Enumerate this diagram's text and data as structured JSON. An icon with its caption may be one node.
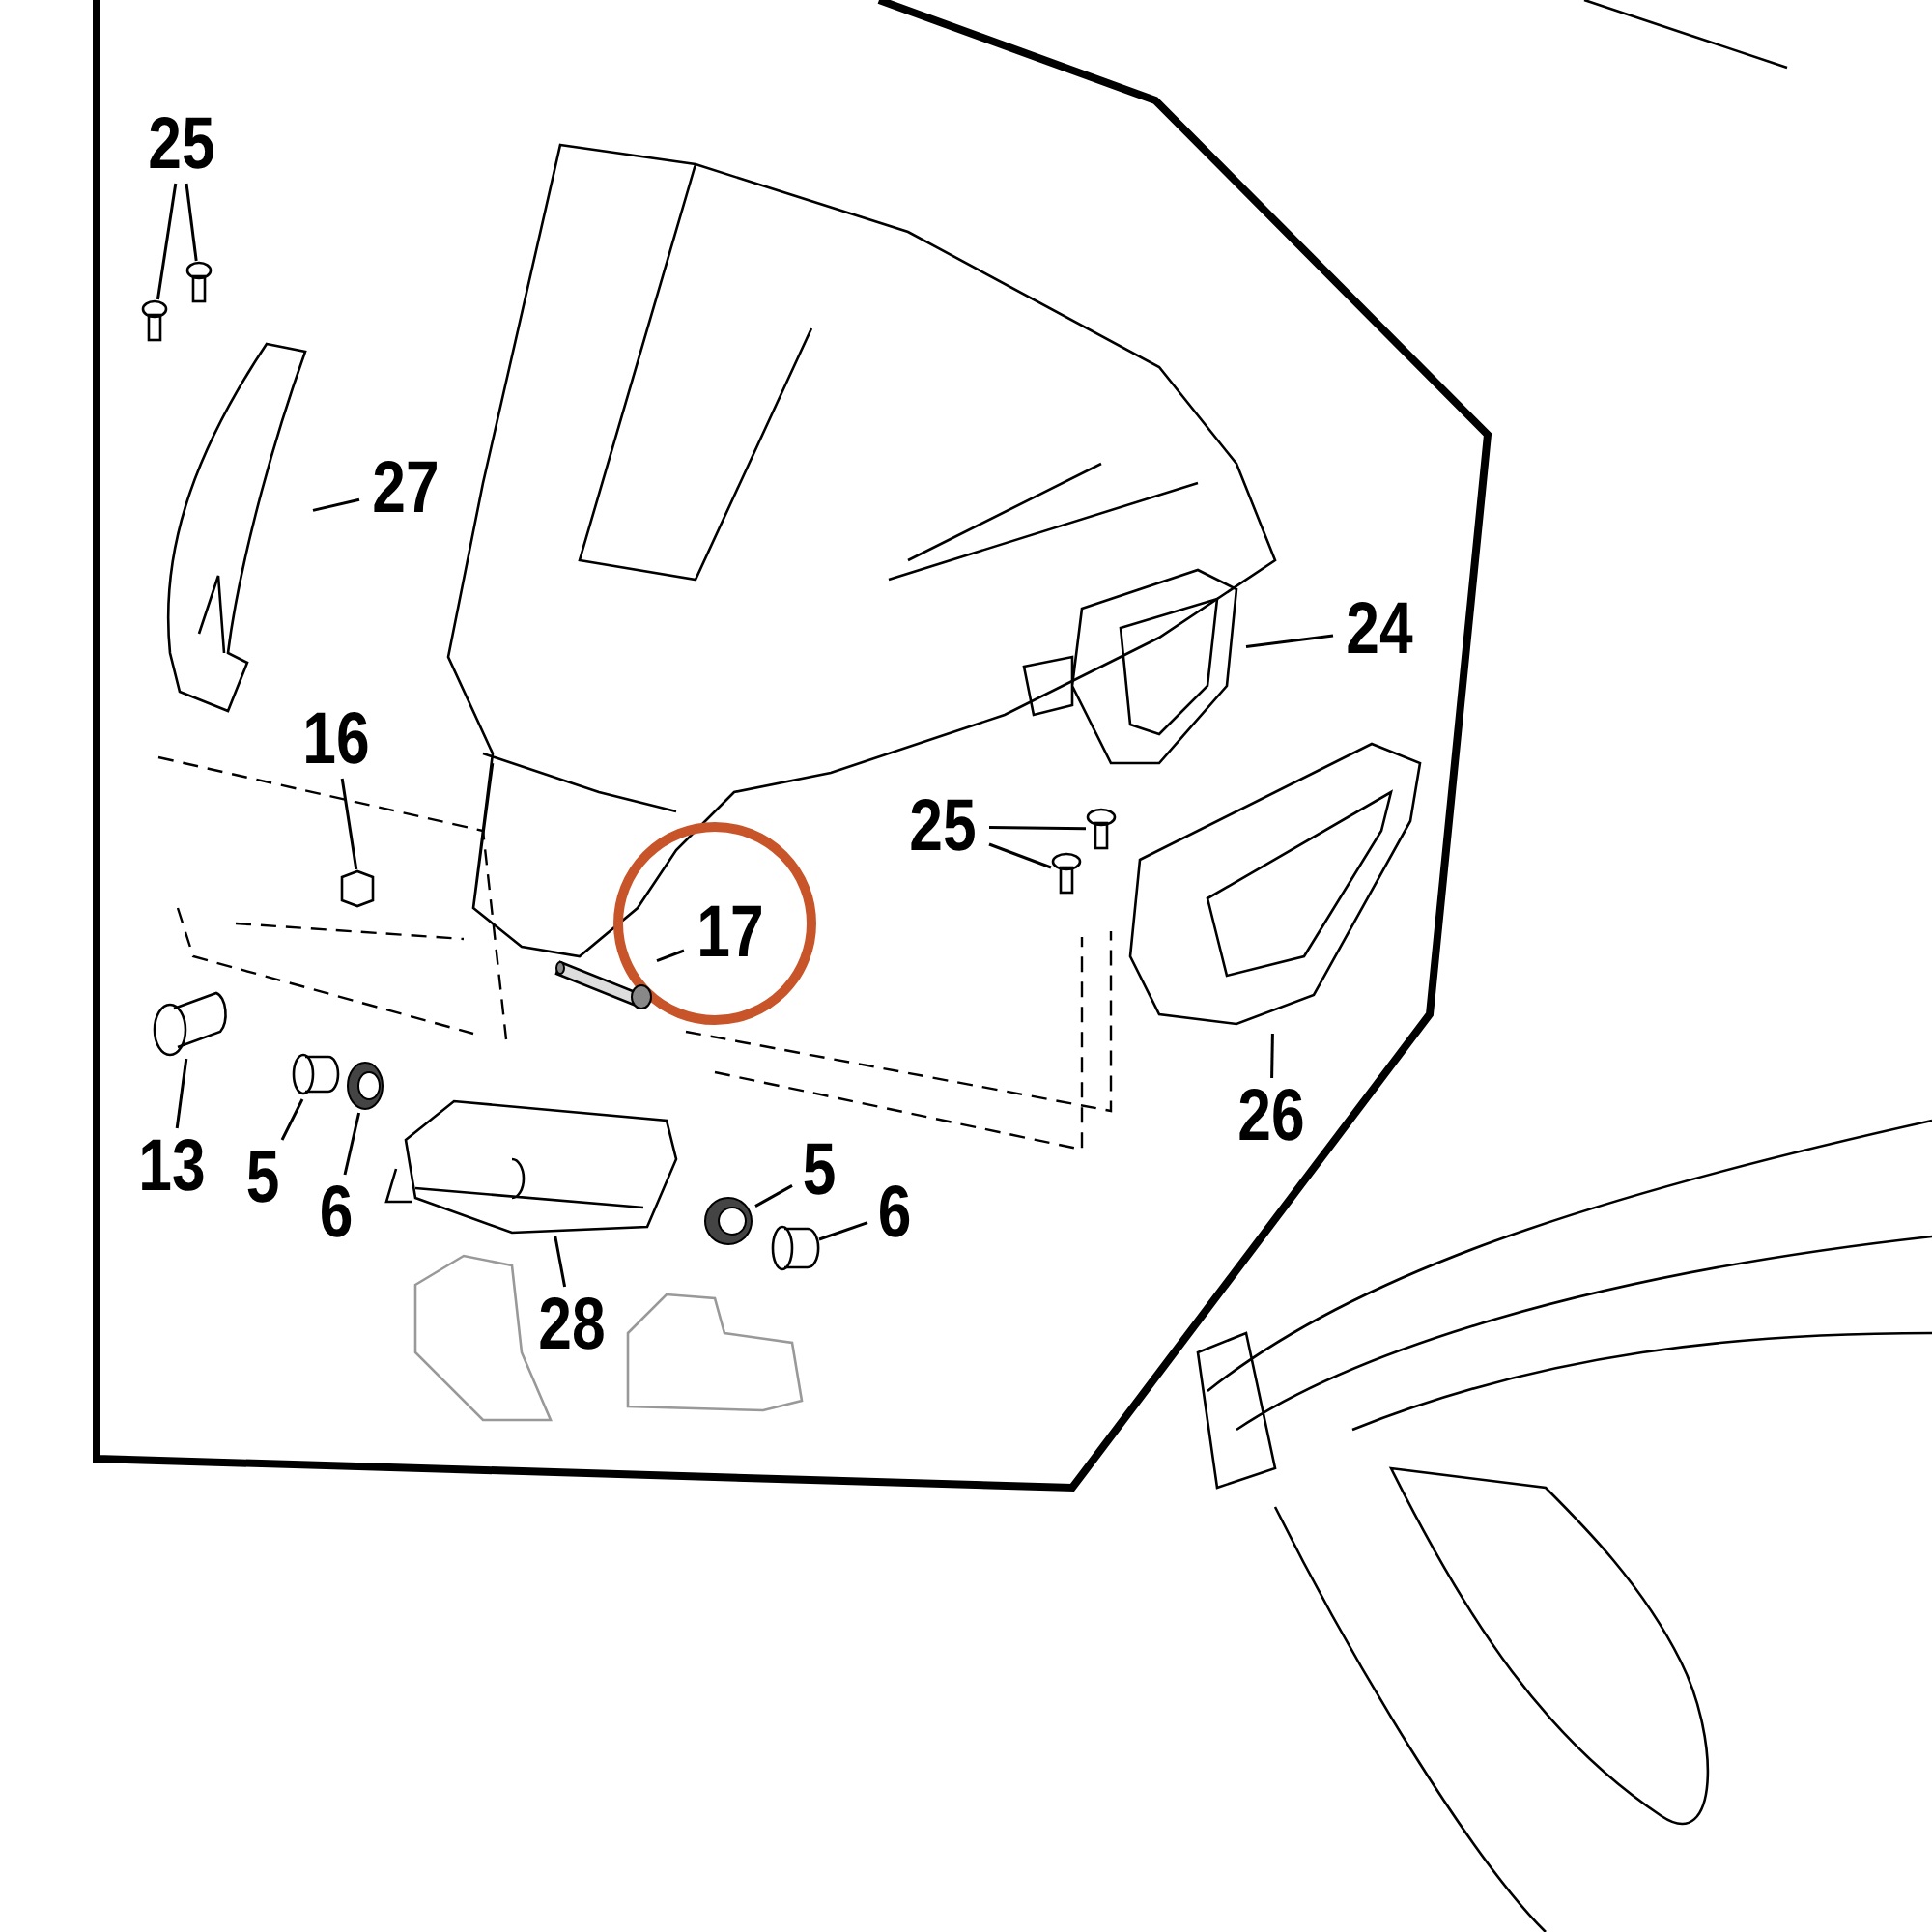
{
  "diagram": {
    "nodes": [
      {
        "text": [
          "25"
        ]
      },
      {
        "text": [],
        "shape": "picture"
      },
      {
        "text": [],
        "shape": "picture"
      },
      {
        "text": [
          "27"
        ]
      },
      {
        "text": [],
        "shape": "picture"
      },
      {
        "text": [
          "16"
        ]
      },
      {
        "text": [],
        "shape": "picture"
      },
      {
        "text": [
          "17"
        ]
      },
      {
        "text": [],
        "shape": "picture"
      },
      {
        "text": [
          "24"
        ]
      },
      {
        "text": [],
        "shape": "picture"
      },
      {
        "text": [
          "25"
        ]
      },
      {
        "text": [],
        "shape": "picture"
      },
      {
        "text": [],
        "shape": "picture"
      },
      {
        "text": [
          "26"
        ]
      },
      {
        "text": [],
        "shape": "picture"
      },
      {
        "text": [
          "13"
        ]
      },
      {
        "text": [],
        "shape": "picture"
      },
      {
        "text": [
          "5"
        ]
      },
      {
        "text": [],
        "shape": "picture"
      },
      {
        "text": [
          "6"
        ]
      },
      {
        "text": [],
        "shape": "picture"
      },
      {
        "text": [
          "28"
        ]
      },
      {
        "text": [],
        "shape": "picture"
      },
      {
        "text": [
          "5"
        ]
      },
      {
        "text": [],
        "shape": "picture"
      },
      {
        "text": [
          "6"
        ]
      },
      {
        "text": [],
        "shape": "picture"
      }
    ],
    "edges": [
      {
        "from": 0,
        "to": 1,
        "arrow": "none"
      },
      {
        "from": 0,
        "to": 2,
        "arrow": "none"
      },
      {
        "from": 3,
        "to": 4,
        "arrow": "none"
      },
      {
        "from": 5,
        "to": 6,
        "arrow": "none"
      },
      {
        "from": 7,
        "to": 8,
        "arrow": "none"
      },
      {
        "from": 9,
        "to": 10,
        "arrow": "none"
      },
      {
        "from": 11,
        "to": 12,
        "arrow": "none"
      },
      {
        "from": 11,
        "to": 13,
        "arrow": "none"
      },
      {
        "from": 14,
        "to": 15,
        "arrow": "none"
      },
      {
        "from": 16,
        "to": 17,
        "arrow": "none"
      },
      {
        "from": 18,
        "to": 19,
        "arrow": "none"
      },
      {
        "from": 20,
        "to": 21,
        "arrow": "none"
      },
      {
        "from": 22,
        "to": 23,
        "arrow": "none"
      },
      {
        "from": 24,
        "to": 25,
        "arrow": "none"
      },
      {
        "from": 26,
        "to": 27,
        "arrow": "none"
      }
    ]
  }
}
